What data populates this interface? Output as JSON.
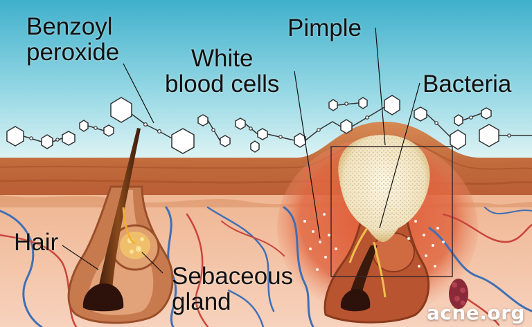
{
  "labels": {
    "benzoyl_line1": "Benzoyl",
    "benzoyl_line2": "peroxide",
    "wbc_line1": "White",
    "wbc_line2": "blood cells",
    "pimple": "Pimple",
    "bacteria": "Bacteria",
    "hair": "Hair",
    "sebaceous_line1": "Sebaceous",
    "sebaceous_line2": "gland"
  },
  "watermark": "acne.org",
  "colors": {
    "sky": "#5cc4d8",
    "epidermis": "#c9784a",
    "dermis": "#f2c2a8",
    "inflammation": "#d9482e",
    "follicle": "#7a3a1c",
    "pus": "#f4ead2",
    "vein": "#3f6fb5",
    "artery": "#c9443a"
  }
}
